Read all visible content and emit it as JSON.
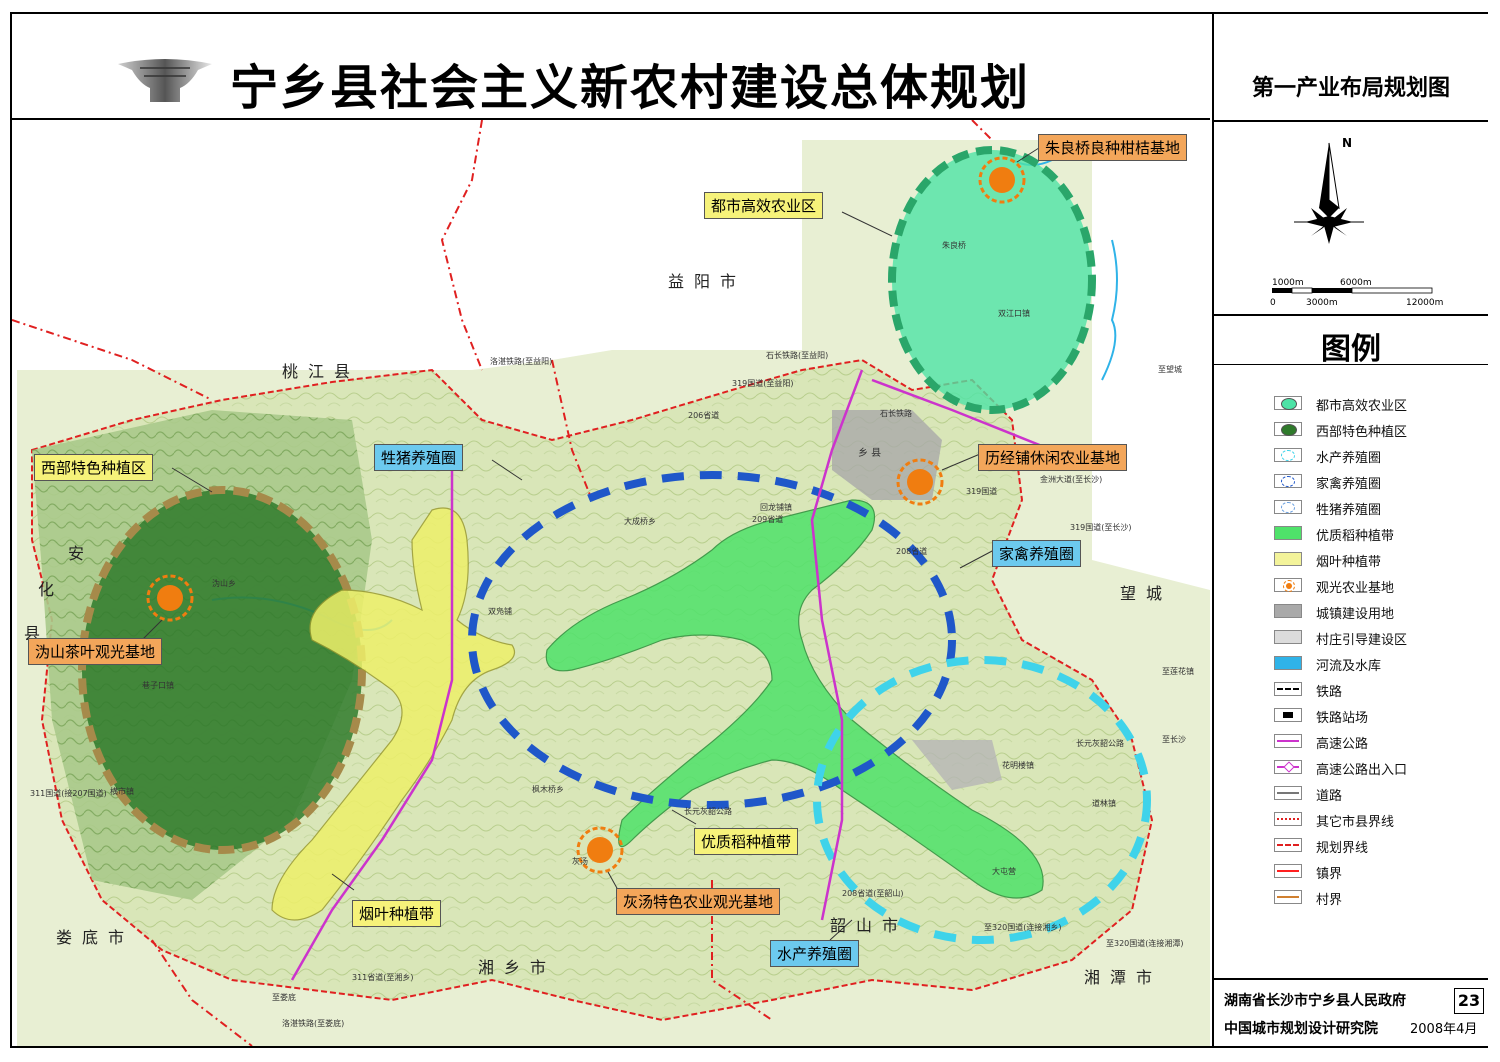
{
  "header": {
    "title": "宁乡县社会主义新农村建设总体规划"
  },
  "panel": {
    "map_title": "第一产业布局规划图",
    "north_label": "N",
    "scale": {
      "left_top": "1000m",
      "mid_top": "6000m",
      "zero": "0",
      "mid_bottom": "3000m",
      "right_bottom": "12000m"
    },
    "legend_title": "图例",
    "legend": [
      {
        "label": "都市高效农业区",
        "color": "#4de3a6",
        "icon": "oval-fill-icon"
      },
      {
        "label": "西部特色种植区",
        "color": "#2f7a2b",
        "icon": "oval-fill-icon"
      },
      {
        "label": "水产养殖圈",
        "color": "#3fd3ea",
        "icon": "dashed-oval-icon"
      },
      {
        "label": "家禽养殖圈",
        "color": "#1f57c9",
        "icon": "dashed-oval-icon"
      },
      {
        "label": "牲猪养殖圈",
        "color": "#6aa0e0",
        "icon": "dashed-oval-icon"
      },
      {
        "label": "优质稻种植带",
        "color": "#4fe26a",
        "icon": "fill-icon"
      },
      {
        "label": "烟叶种植带",
        "color": "#f3f39a",
        "icon": "fill-icon"
      },
      {
        "label": "观光农业基地",
        "color": "#f07d10",
        "icon": "dot-ring-icon"
      },
      {
        "label": "城镇建设用地",
        "color": "#a9a9a9",
        "icon": "fill-icon"
      },
      {
        "label": "村庄引导建设区",
        "color": "#dcdcdc",
        "icon": "fill-icon"
      },
      {
        "label": "河流及水库",
        "color": "#2fb3e8",
        "icon": "fill-icon"
      },
      {
        "label": "铁路",
        "color": "#000000",
        "icon": "dashed-line-icon"
      },
      {
        "label": "铁路站场",
        "color": "#000000",
        "icon": "station-icon"
      },
      {
        "label": "高速公路",
        "color": "#cc33cc",
        "icon": "line-icon"
      },
      {
        "label": "高速公路出入口",
        "color": "#cc33cc",
        "icon": "diamond-icon"
      },
      {
        "label": "道路",
        "color": "#777777",
        "icon": "line-icon"
      },
      {
        "label": "其它市县界线",
        "color": "#e02020",
        "icon": "dotted-line-icon"
      },
      {
        "label": "规划界线",
        "color": "#e02020",
        "icon": "dashdot-line-icon"
      },
      {
        "label": "镇界",
        "color": "#ff2020",
        "icon": "line-icon"
      },
      {
        "label": "村界",
        "color": "#d08030",
        "icon": "line-icon"
      }
    ],
    "page_number": "23",
    "org_1": "湖南省长沙市宁乡县人民政府",
    "org_2": "中国城市规划设计研究院",
    "date": "2008年4月"
  },
  "map": {
    "neighbors": {
      "yiyang": "益阳市",
      "taojiang": "桃江县",
      "anhua_1": "安",
      "anhua_2": "化",
      "anhua_3": "县",
      "wangcheng": "望城",
      "loudi": "娄底市",
      "xiangxiang": "湘乡市",
      "shaoshan": "韶山市",
      "xiangtan": "湘潭市"
    },
    "callouts": {
      "urban_agri": "都市高效农业区",
      "zhuliangqiao": "朱良桥良种柑桔基地",
      "west_planting": "西部特色种植区",
      "pig_circle": "牲猪养殖圈",
      "lijingpu": "历经铺休闲农业基地",
      "poultry_circle": "家禽养殖圈",
      "weishan": "沩山茶叶观光基地",
      "rice_belt": "优质稻种植带",
      "huitang": "灰汤特色农业观光基地",
      "tobacco_belt": "烟叶种植带",
      "aqua_circle": "水产养殖圈"
    },
    "roads": {
      "r1": "洛湛铁路(至益阳)",
      "r2": "石长铁路(至益阳)",
      "r3": "319国道(至益阳)",
      "r4": "206省道",
      "r5": "至望城",
      "r6": "石长铁路",
      "r7": "319国道",
      "r8": "金洲大道(至长沙)",
      "r9": "319国道(至长沙)",
      "r10": "208省道",
      "r11": "209省道",
      "r12": "长元灰韶公路",
      "r13": "311省道(至湘乡)",
      "r14": "洛湛铁路(至娄底)",
      "r15": "至娄底",
      "r16": "311国道(接207国道)",
      "r17": "至320国道(连接湘乡)",
      "r18": "至320国道(连接湘潭)",
      "r19": "208省道(至韶山)",
      "r20": "至长沙",
      "r21": "至莲花镇",
      "r22": "长元灰韶公路"
    },
    "towns": {
      "t1": "乡 县",
      "t2": "双江口镇",
      "t3": "朱良桥",
      "t4": "回龙铺镇",
      "t5": "大成桥乡",
      "t6": "双凫铺",
      "t7": "枫木桥乡",
      "t8": "巷子口镇",
      "t9": "大屯营",
      "t10": "花明楼镇",
      "t11": "道林镇",
      "t12": "沩山乡",
      "t13": "横市镇",
      "t14": "灰汤"
    }
  }
}
